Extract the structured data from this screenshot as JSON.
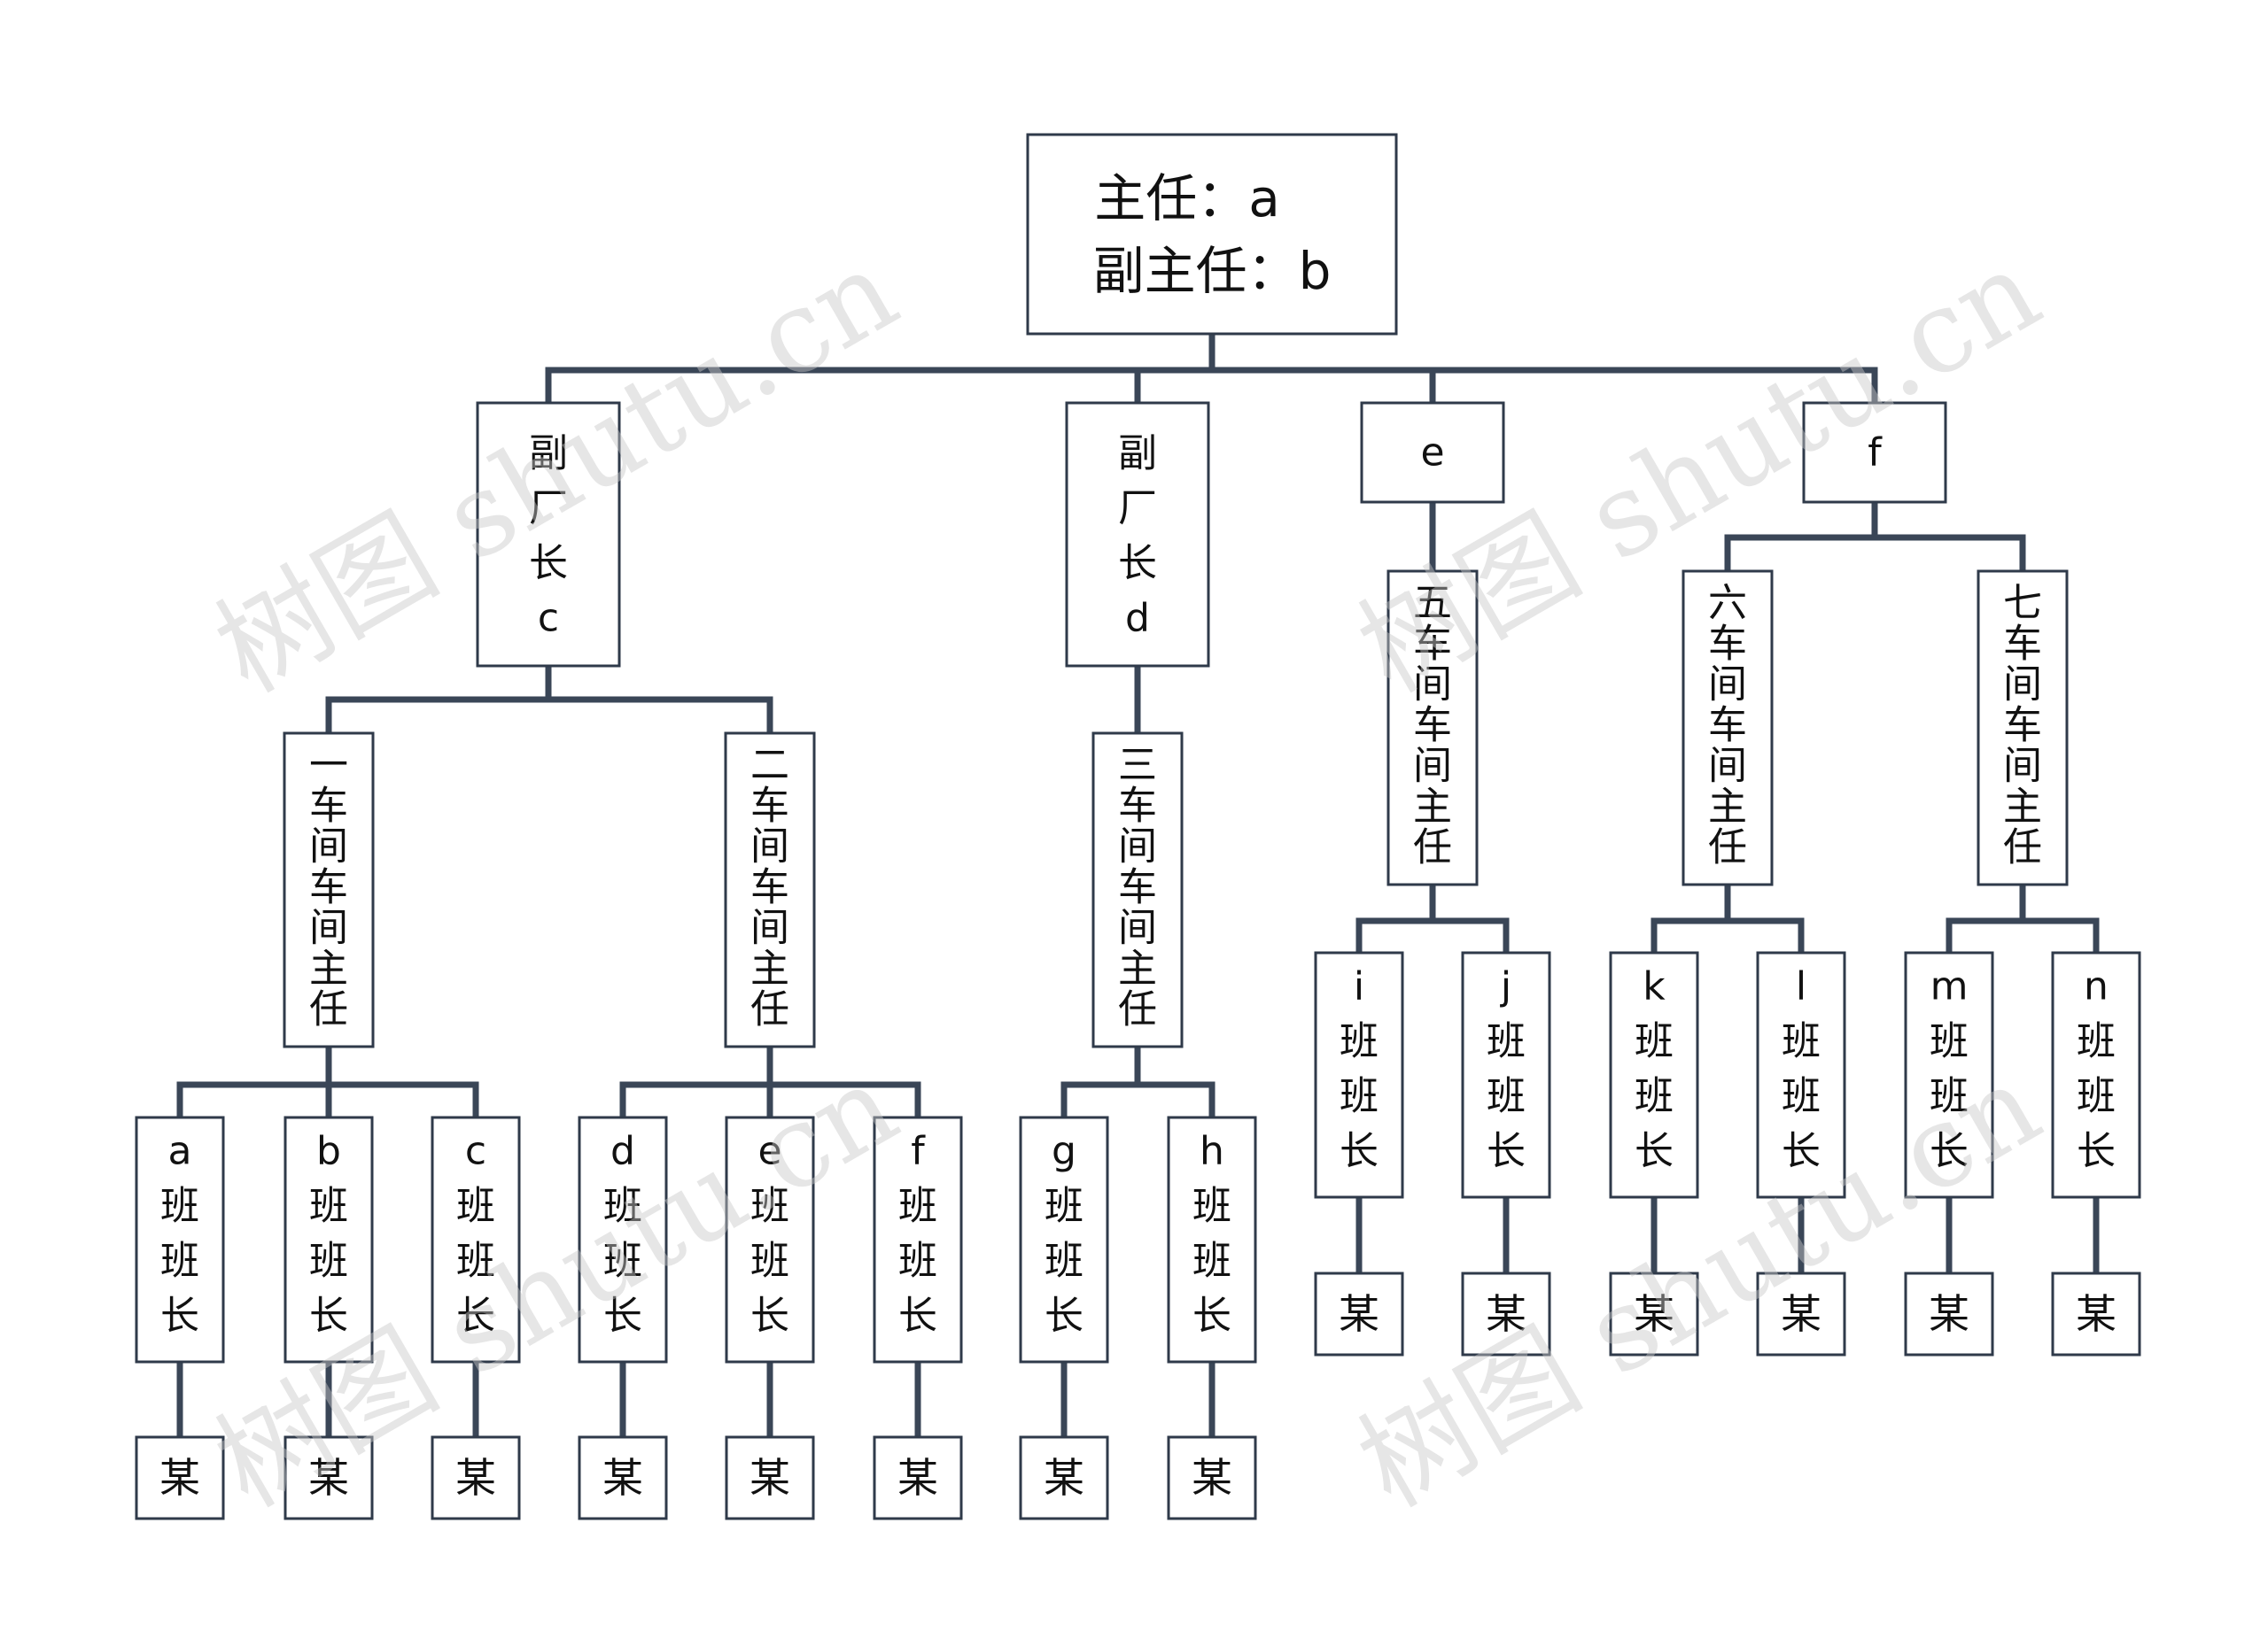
{
  "root": {
    "line1": "主任：a",
    "line2": "副主任：b"
  },
  "level1": [
    {
      "id": "c",
      "lines": [
        "副",
        "厂",
        "长",
        "c"
      ]
    },
    {
      "id": "d",
      "lines": [
        "副",
        "厂",
        "长",
        "d"
      ]
    },
    {
      "id": "e",
      "lines": [
        "e"
      ]
    },
    {
      "id": "f",
      "lines": [
        "f"
      ]
    }
  ],
  "workshops": [
    {
      "id": "w1",
      "text": "一车间车间主任"
    },
    {
      "id": "w2",
      "text": "二车间车间主任"
    },
    {
      "id": "w3",
      "text": "三车间车间主任"
    },
    {
      "id": "w5",
      "text": "五车间车间主任"
    },
    {
      "id": "w6",
      "text": "六车间车间主任"
    },
    {
      "id": "w7",
      "text": "七车间车间主任"
    }
  ],
  "leaders": [
    {
      "id": "a",
      "lines": [
        "a",
        "班",
        "班",
        "长"
      ]
    },
    {
      "id": "b",
      "lines": [
        "b",
        "班",
        "班",
        "长"
      ]
    },
    {
      "id": "c",
      "lines": [
        "c",
        "班",
        "班",
        "长"
      ]
    },
    {
      "id": "d",
      "lines": [
        "d",
        "班",
        "班",
        "长"
      ]
    },
    {
      "id": "e",
      "lines": [
        "e",
        "班",
        "班",
        "长"
      ]
    },
    {
      "id": "f",
      "lines": [
        "f",
        "班",
        "班",
        "长"
      ]
    },
    {
      "id": "g",
      "lines": [
        "g",
        "班",
        "班",
        "长"
      ]
    },
    {
      "id": "h",
      "lines": [
        "h",
        "班",
        "班",
        "长"
      ]
    },
    {
      "id": "i",
      "lines": [
        "i",
        "班",
        "班",
        "长"
      ]
    },
    {
      "id": "j",
      "lines": [
        "j",
        "班",
        "班",
        "长"
      ]
    },
    {
      "id": "k",
      "lines": [
        "k",
        "班",
        "班",
        "长"
      ]
    },
    {
      "id": "l",
      "lines": [
        "l",
        "班",
        "班",
        "长"
      ]
    },
    {
      "id": "m",
      "lines": [
        "m",
        "班",
        "班",
        "长"
      ]
    },
    {
      "id": "n",
      "lines": [
        "n",
        "班",
        "班",
        "长"
      ]
    }
  ],
  "worker_label": "某",
  "watermark": "树图 shutu.cn",
  "colors": {
    "connector": "#3a4657",
    "box_border": "#2f3a4a",
    "text": "#111111"
  }
}
